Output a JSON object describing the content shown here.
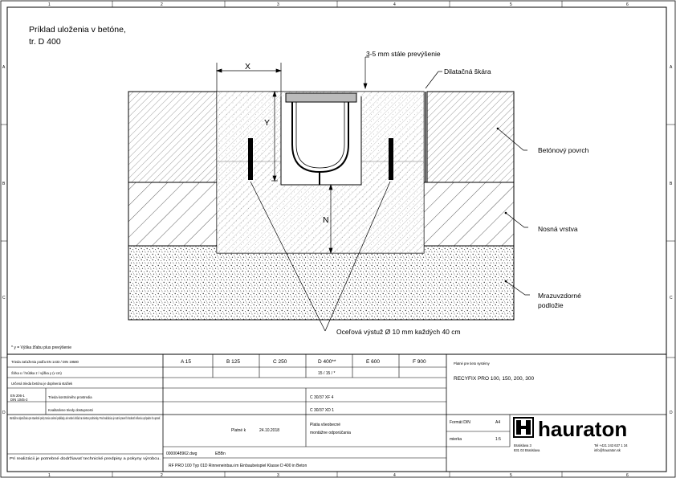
{
  "frame": {
    "col_labels": [
      "1",
      "2",
      "3",
      "4",
      "5",
      "6"
    ],
    "row_labels": [
      "A",
      "B",
      "C",
      "D"
    ]
  },
  "drawing": {
    "title_line1": "Príklad uloženia v betóne,",
    "title_line2": "tr. D 400",
    "labels": {
      "x": "X",
      "y": "Y",
      "n": "N",
      "overhang": "3-5 mm stále prevýšenie",
      "joint": "Dilatačná škára",
      "concrete_surface": "Betónový povrch",
      "base_layer": "Nosná vrstva",
      "frost_line1": "Mrazuvzdorné",
      "frost_line2": "podložie",
      "rebar": "Oceľová výstuž Ø 10 mm každých 40 cm"
    },
    "footnote": "* y = Výška žľabu plus prevýšenie"
  },
  "title_block": {
    "row_class": "Trieda zaťaženia podľa EN 1433 / DIN 19580",
    "row_dims": "Šírka x / hrúbka z / výška y (v cm)",
    "row_strength": "Určená trieda betónu je doplnená stažiek",
    "norm1": "EN 206-1",
    "norm2": "DIN 1045-2",
    "row_env1": "Trieda kontrolného prostredia",
    "row_env2": "Kvalitatívne triedy dostupnosti",
    "notes_text": "Montážne odporúčania pre stavebné prvky tvoria ucelené podklady, ale neberú ohľad na miestne podmienky. Pred realizáciou je nutné preveriť vhodnosť riešenia a prípadne ho upraviť.",
    "notes_text2": "Pri realizácii je potrebné dodržiavať technické predpisy a pokyny výrobcu.",
    "classes": [
      "A 15",
      "B 125",
      "C 250",
      "D 400**",
      "E 600",
      "F 900"
    ],
    "dims_value": "15 / 15 / *",
    "env_value1": "C 30/37 XF 4",
    "env_value2": "C 30/37 XD 1",
    "applies_label": "Platné pre tieto systémy",
    "systems": "RECYFIX PRO 100, 150, 200, 300",
    "valid_label": "Platné k",
    "date": "24.10.2018",
    "validity_line1": "Platia všeobecné",
    "validity_line2": "montážne odporúčania",
    "format_label": "Formát DIN",
    "format_value": "A4",
    "scale_label": "mierka",
    "scale_value": "1:5",
    "file": "0000048962.dwg",
    "author": "EBBn",
    "drawing_name": "RF PRO 100 Typ 01D Rinneneinbau im Einbaubeispiel Klasse D 400 in Beton",
    "brand": "hauraton",
    "address1": "Bratislava 3",
    "address2": "831 02 Bratislava",
    "phone": "Tel +421 243 637 1 34",
    "email": "info@hauraton.sk"
  }
}
